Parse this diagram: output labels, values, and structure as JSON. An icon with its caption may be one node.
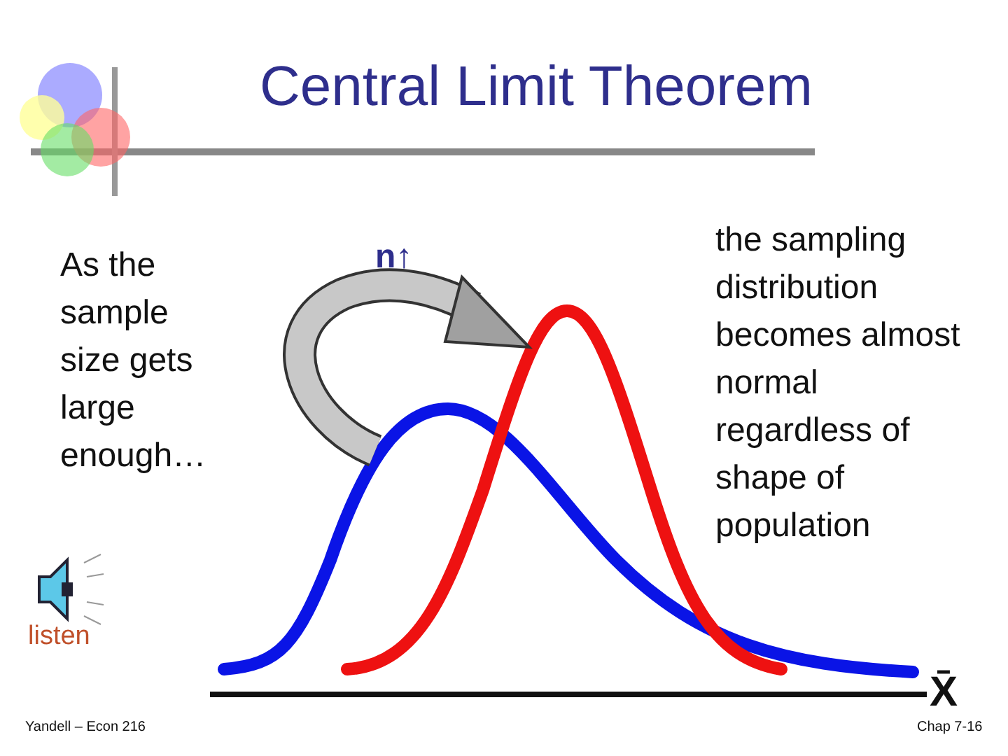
{
  "diagram": {
    "title": "Central Limit Theorem",
    "labels": [
      "As the sample size gets large enough…",
      "n↑",
      "the sampling distribution becomes almost normal regardless of shape of population",
      "listen",
      "X̄",
      "Yandell – Econ 216",
      "Chap 7-16"
    ]
  }
}
